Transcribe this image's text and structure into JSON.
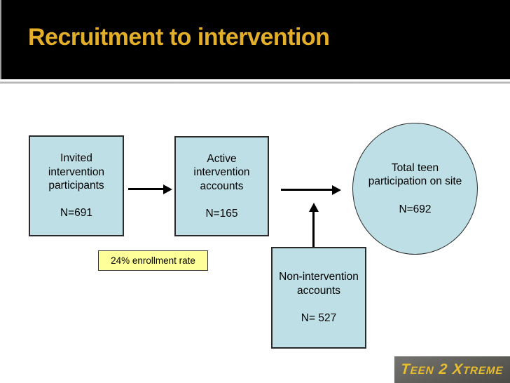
{
  "slide": {
    "title": "Recruitment to intervention",
    "colors": {
      "title_text": "#E3AE28",
      "header_background": "#000000",
      "body_background": "#FFFFFF",
      "node_fill": "#BEDFE6",
      "node_border": "#2A2A2A",
      "callout_fill": "#FFFF99",
      "arrow": "#000000",
      "logo_text": "#E9BE2E",
      "logo_background": "#5E5D58"
    }
  },
  "diagram": {
    "nodes": [
      {
        "id": "invited-participants",
        "shape": "rect",
        "label": "Invited\nintervention\nparticipants\n\nN=691"
      },
      {
        "id": "active-accounts",
        "shape": "rect",
        "label": "Active\nintervention\naccounts\n\nN=165"
      },
      {
        "id": "total-participation",
        "shape": "ellipse",
        "label": "Total teen\nparticipation on site\n\nN=692"
      },
      {
        "id": "non-intervention-accounts",
        "shape": "rect",
        "label": "Non-intervention\naccounts\n\nN= 527"
      }
    ],
    "callout": {
      "label": "24% enrollment rate"
    },
    "arrows": [
      {
        "from": "invited-participants",
        "to": "active-accounts",
        "direction": "right"
      },
      {
        "from": "active-accounts",
        "to": "total-participation",
        "direction": "right"
      },
      {
        "from": "non-intervention-accounts",
        "to": "total-participation",
        "direction": "up"
      }
    ]
  },
  "logo": {
    "text": "Teen 2 Xtreme"
  }
}
